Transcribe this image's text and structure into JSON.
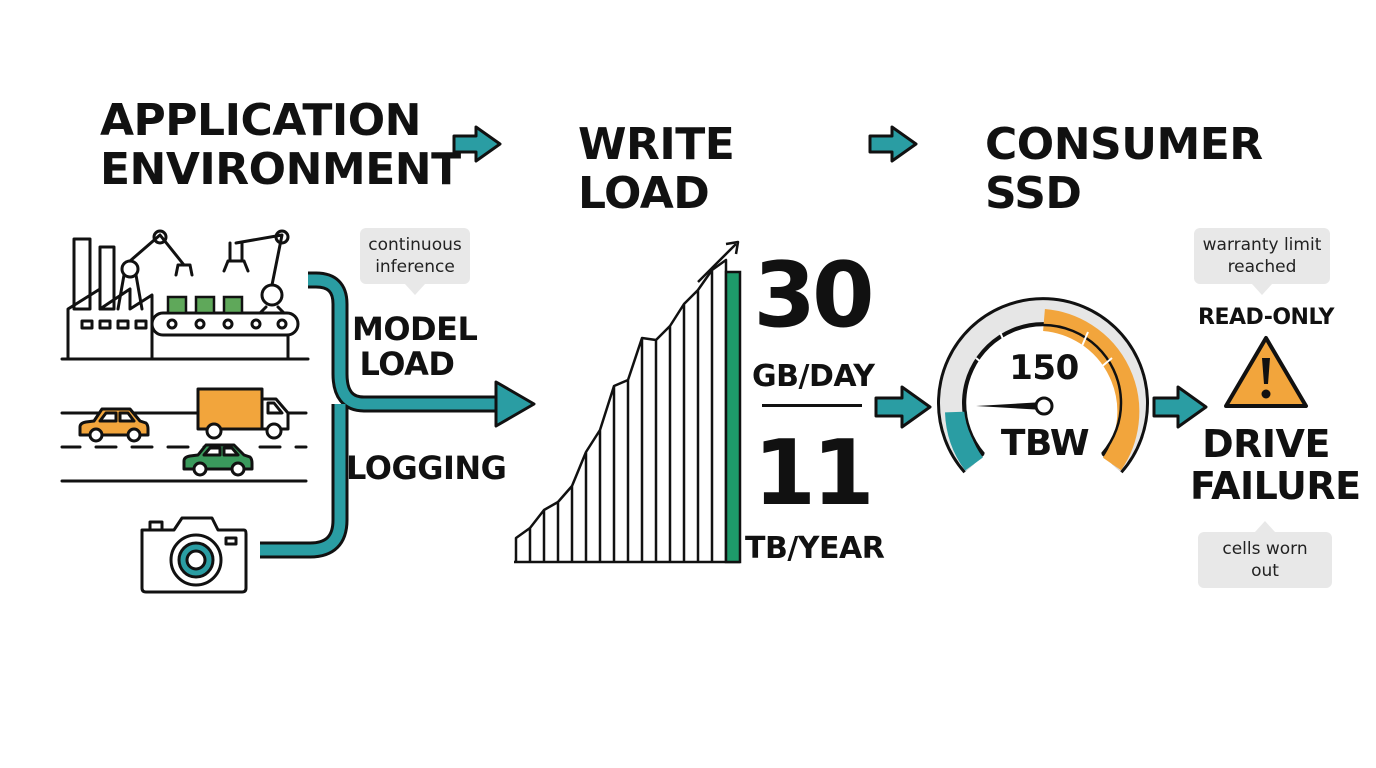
{
  "colors": {
    "teal": "#2a9da3",
    "green": "#1e9a6a",
    "orange": "#f2a53c",
    "ink": "#111111",
    "bubble": "#e8e8e8"
  },
  "headers": {
    "application_environment": [
      "APPLICATION",
      "ENVIRONMENT"
    ],
    "write_load": "WRITE LOAD",
    "consumer_ssd": "CONSUMER SSD"
  },
  "sources": {
    "icons": [
      "factory-robot-arms-icon",
      "traffic-road-icon",
      "camera-icon"
    ],
    "bubble": [
      "continuous",
      "inference"
    ],
    "model_load": [
      "MODEL",
      "LOAD"
    ],
    "logging": "LOGGING"
  },
  "write_load": {
    "daily_value": "30",
    "daily_unit": "GB/DAY",
    "yearly_value": "11",
    "yearly_unit": "TB/YEAR"
  },
  "ssd": {
    "gauge_value": "150",
    "gauge_unit": "TBW"
  },
  "failure": {
    "bubble_top": [
      "warranty limit",
      "reached"
    ],
    "read_only": "READ-ONLY",
    "title": [
      "DRIVE",
      "FAILURE"
    ],
    "bubble_bottom": "cells worn out"
  }
}
